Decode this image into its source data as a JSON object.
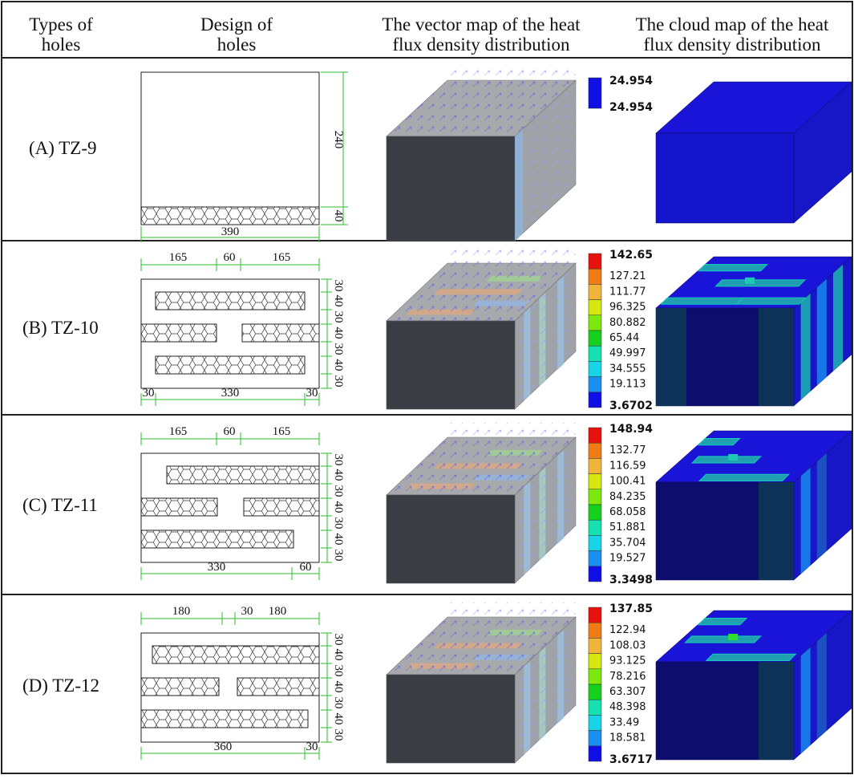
{
  "headers": {
    "types": "Types of\nholes",
    "design": "Design of\nholes",
    "vector": "The vector map of the heat\nflux density distribution",
    "cloud": "The cloud map of the heat\nflux density distribution"
  },
  "rows": [
    {
      "label": "(A) TZ-9",
      "dims": {
        "right": [
          "240",
          "40"
        ],
        "bottom": [
          "390"
        ]
      },
      "legend": [
        "24.954",
        "24.954"
      ]
    },
    {
      "label": "(B) TZ-10",
      "dims": {
        "top": [
          "165",
          "60",
          "165"
        ],
        "right": [
          "30",
          "40",
          "30",
          "40",
          "30",
          "40",
          "30"
        ],
        "bottom": [
          "30",
          "330",
          "30"
        ]
      },
      "legend": [
        "142.65",
        "127.21",
        "111.77",
        "96.325",
        "80.882",
        "65.44",
        "49.997",
        "34.555",
        "19.113",
        "3.6702"
      ]
    },
    {
      "label": "(C) TZ-11",
      "dims": {
        "top": [
          "165",
          "60",
          "165"
        ],
        "right": [
          "30",
          "40",
          "30",
          "40",
          "30",
          "40",
          "30"
        ],
        "bottom": [
          "330",
          "60"
        ]
      },
      "legend": [
        "148.94",
        "132.77",
        "116.59",
        "100.41",
        "84.235",
        "68.058",
        "51.881",
        "35.704",
        "19.527",
        "3.3498"
      ]
    },
    {
      "label": "(D) TZ-12",
      "dims": {
        "top": [
          "180",
          "30",
          "180"
        ],
        "right": [
          "30",
          "40",
          "30",
          "40",
          "30",
          "40",
          "30"
        ],
        "bottom": [
          "360",
          "30"
        ]
      },
      "legend": [
        "137.85",
        "122.94",
        "108.03",
        "93.125",
        "78.216",
        "63.307",
        "48.398",
        "33.49",
        "18.581",
        "3.6717"
      ]
    }
  ],
  "colors": {
    "scale": [
      "#e8120c",
      "#f07c16",
      "#f0b43a",
      "#d6e812",
      "#7ce80e",
      "#16d01e",
      "#17e0b0",
      "#19d4e6",
      "#1a8ff0",
      "#1010e6"
    ],
    "single": "#1010e6",
    "grid": "#222222",
    "dimension": "#2bbf2b",
    "cube_front": "#3a3d44",
    "cube_top": "#a7a9ac",
    "cube_side": "#9fa3a8",
    "cloud_base": "#1a14d8",
    "cloud_dark": "#0d0d6e"
  }
}
